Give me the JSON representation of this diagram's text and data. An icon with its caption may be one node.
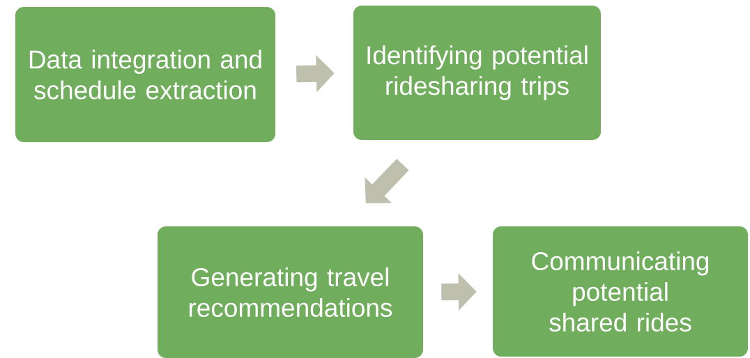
{
  "diagram": {
    "nodes": [
      {
        "text": [
          "Data integration and schedule extraction"
        ]
      },
      {
        "text": [
          "Identifying potential ridesharing trips"
        ]
      },
      {
        "text": [
          "Generating travel recommendations"
        ]
      },
      {
        "text": [
          "Communicating potential shared rides"
        ]
      }
    ],
    "edges": [
      {
        "from": 0,
        "to": 1,
        "arrow": "to"
      },
      {
        "from": 1,
        "to": 2,
        "arrow": "to"
      },
      {
        "from": 2,
        "to": 3,
        "arrow": "to"
      }
    ]
  }
}
